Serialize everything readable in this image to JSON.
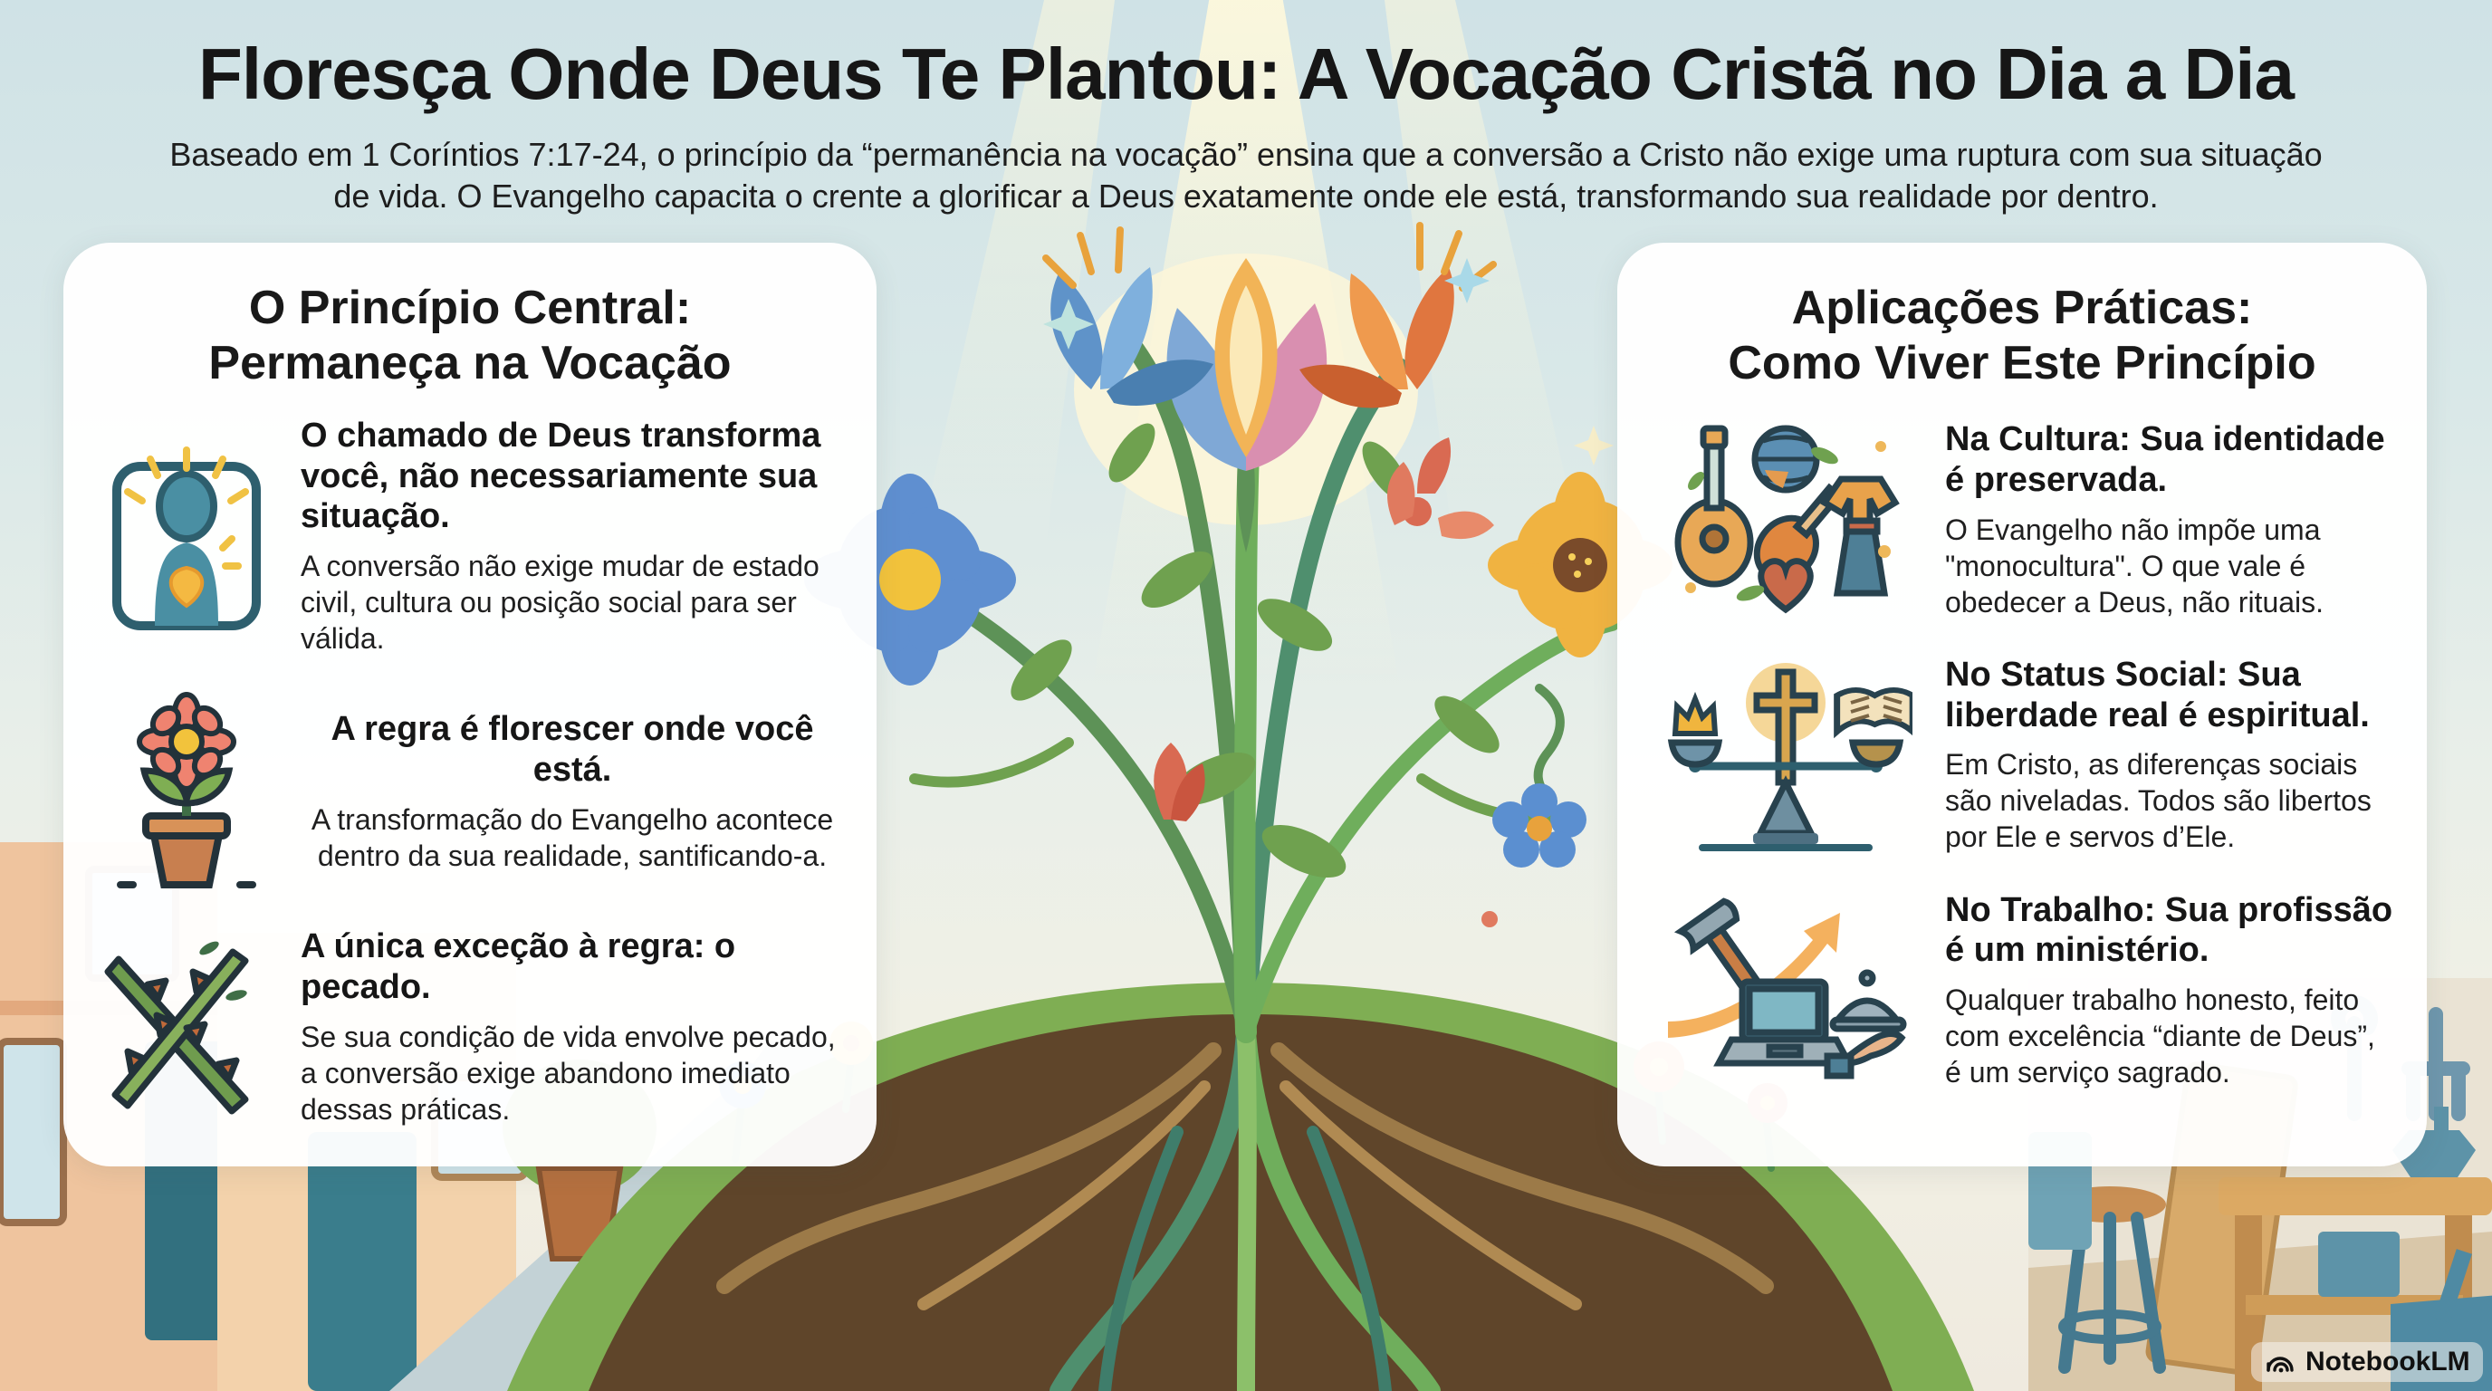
{
  "page": {
    "title": "Floresça Onde Deus Te Plantou: A Vocação Cristã no Dia a Dia",
    "subtitle": "Baseado em 1 Coríntios 7:17-24, o princípio da “permanência na vocação” ensina que a conversão a Cristo não exige uma ruptura com sua situação de vida. O Evangelho capacita o crente a glorificar a Deus exatamente onde ele está, transformando sua realidade por dentro."
  },
  "left_panel": {
    "heading_line1": "O Princípio Central:",
    "heading_line2": "Permaneça na Vocação",
    "items": [
      {
        "icon": "radiant-person-heart-icon",
        "heading": "O chamado de Deus transforma você, não necessariamente sua situação.",
        "body": "A conversão não exige mudar de estado civil, cultura ou posição social para ser válida."
      },
      {
        "icon": "potted-flower-icon",
        "heading": "A regra é florescer onde você está.",
        "body": "A transformação do Evangelho acontece dentro da sua realidade, santificando-a."
      },
      {
        "icon": "crossed-thorns-icon",
        "heading": "A única exceção à regra: o pecado.",
        "body": "Se sua condição de vida envolve pecado, a conversão exige abandono imediato dessas práticas."
      }
    ]
  },
  "right_panel": {
    "heading_line1": "Aplicações Práticas:",
    "heading_line2": "Como Viver Este Princípio",
    "items": [
      {
        "icon": "culture-heart-collage-icon",
        "heading": "Na Cultura: Sua identidade é preservada.",
        "body": "O Evangelho não impõe uma \"monocultura\". O que vale é obedecer a Deus, não rituais."
      },
      {
        "icon": "scale-crown-cross-book-icon",
        "heading": "No Status Social: Sua liberdade real é espiritual.",
        "body": "Em Cristo, as diferenças sociais são niveladas. Todos são libertos por Ele e servos d’Ele."
      },
      {
        "icon": "work-hammer-laptop-service-arrow-icon",
        "heading": "No Trabalho: Sua profissão é um ministério.",
        "body": "Qualquer trabalho honesto, feito com excelência “diante de Deus”, é um serviço sagrado."
      }
    ]
  },
  "watermark": {
    "label": "NotebookLM",
    "icon": "notebooklm-logo-icon"
  },
  "colors": {
    "background_top": "#cfe2e6",
    "background_bottom": "#efeadf",
    "panel": "#ffffff",
    "text": "#161616",
    "hill_green": "#7fae53",
    "soil_brown": "#5f452a",
    "stem_green": "#5d9257",
    "accent_orange": "#f2a951",
    "accent_blue": "#6b9fd4",
    "accent_coral": "#e07a5f",
    "street_building": "#f0c9a0",
    "workshop_wood": "#dca963"
  }
}
